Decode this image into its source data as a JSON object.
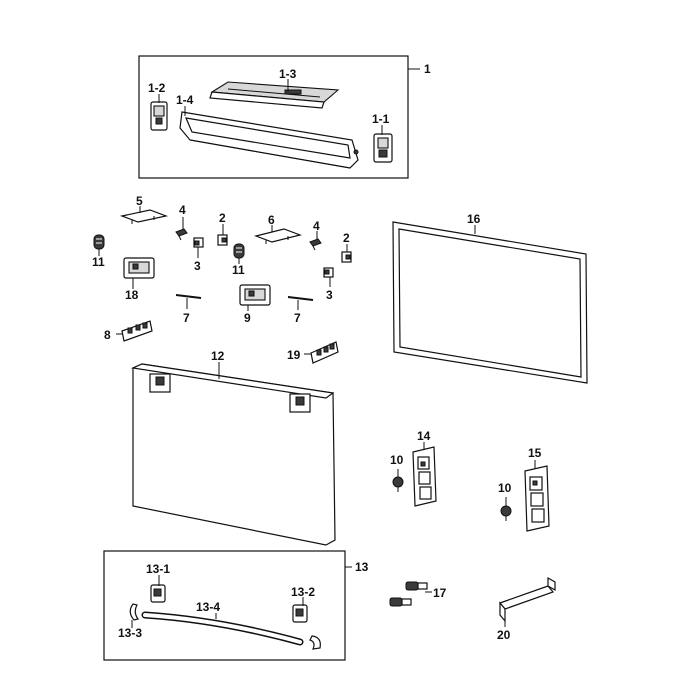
{
  "labels": {
    "l1": "1",
    "l1_1": "1-1",
    "l1_2": "1-2",
    "l1_3": "1-3",
    "l1_4": "1-4",
    "l2a": "2",
    "l2b": "2",
    "l3a": "3",
    "l3b": "3",
    "l4a": "4",
    "l4b": "4",
    "l5": "5",
    "l6": "6",
    "l7a": "7",
    "l7b": "7",
    "l8": "8",
    "l9": "9",
    "l10a": "10",
    "l10b": "10",
    "l11a": "11",
    "l11b": "11",
    "l12": "12",
    "l13": "13",
    "l13_1": "13-1",
    "l13_2": "13-2",
    "l13_3": "13-3",
    "l13_4": "13-4",
    "l14": "14",
    "l15": "15",
    "l16": "16",
    "l17": "17",
    "l18": "18",
    "l19": "19",
    "l20": "20"
  }
}
